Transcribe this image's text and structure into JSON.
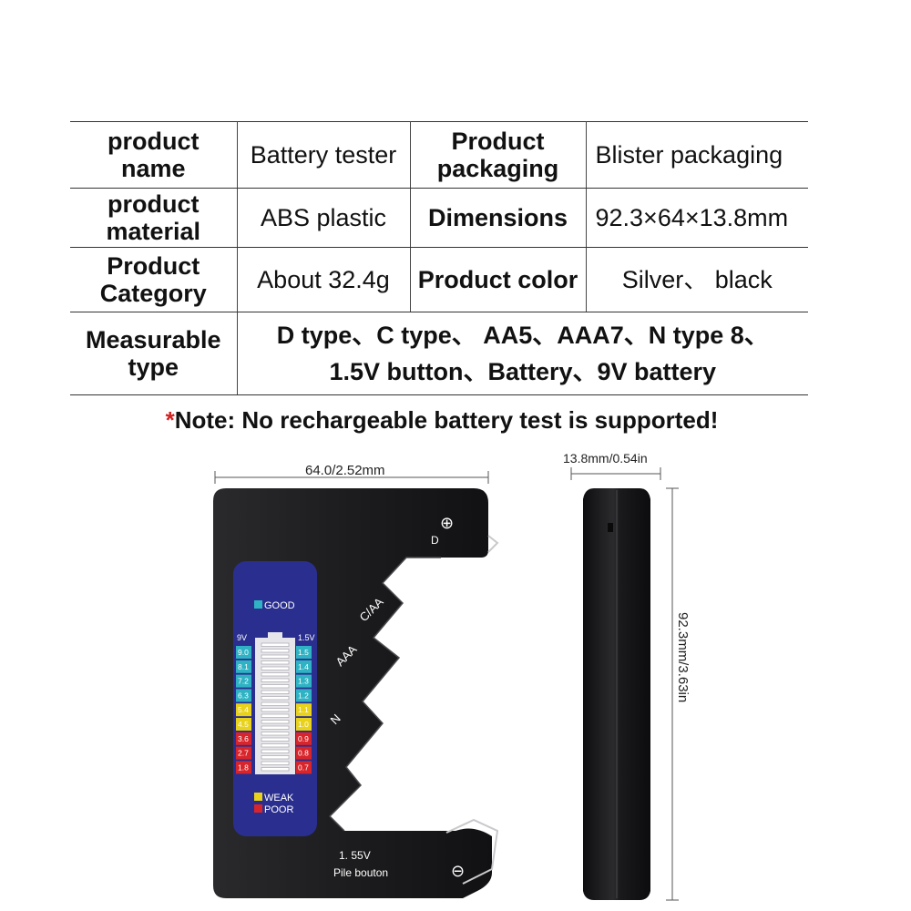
{
  "specs": {
    "row1": {
      "label1": [
        "product",
        "name"
      ],
      "value1": "Battery tester",
      "label2": [
        "Product",
        "packaging"
      ],
      "value2": "Blister packaging"
    },
    "row2": {
      "label1": [
        "product",
        "material"
      ],
      "value1": "ABS plastic",
      "label2": "Dimensions",
      "value2": "92.3×64×13.8mm"
    },
    "row3": {
      "label1": [
        "Product",
        "Category"
      ],
      "value1": "About 32.4g",
      "label2": "Product color",
      "value2": "Silver、 black"
    },
    "row4": {
      "label1": [
        "Measurable",
        "type"
      ],
      "value_line1": "D type、C type、 AA5、AAA7、N type 8、",
      "value_line2": "1.5V button、Battery、9V battery"
    }
  },
  "note": {
    "star": "*",
    "text": "Note: No rechargeable battery test is supported!"
  },
  "dimensions": {
    "width": "64.0/2.52mm",
    "thickness": "13.8mm/0.54in",
    "height": "92.3mm/3.63in"
  },
  "device": {
    "slot_d": "D",
    "slot_caa": "C/AA",
    "slot_aaa": "AAA",
    "slot_n": "N",
    "plus_symbol": "⊕",
    "minus_symbol": "⊖",
    "button_voltage": "1. 55V",
    "button_label": "Pile bouton",
    "good_label": "GOOD",
    "weak_label": "WEAK",
    "poor_label": "POOR",
    "left_header": "9V",
    "right_header": "1.5V",
    "left_scale": [
      "9.0",
      "8.1",
      "7.2",
      "6.3",
      "5.4",
      "4.5",
      "3.6",
      "2.7",
      "1.8"
    ],
    "right_scale": [
      "1.5",
      "1.4",
      "1.3",
      "1.2",
      "1.1",
      "1.0",
      "0.9",
      "0.8",
      "0.7"
    ],
    "scale_colors": [
      "#2fb3c4",
      "#2fb3c4",
      "#2fb3c4",
      "#2fb3c4",
      "#e8d21c",
      "#e8d21c",
      "#d8252b",
      "#d8252b",
      "#d8252b"
    ],
    "body_color": "#1c1c1e",
    "panel_color": "#2a2f8f",
    "good_color": "#2fb3c4",
    "weak_color": "#e8d21c",
    "poor_color": "#d8252b"
  }
}
